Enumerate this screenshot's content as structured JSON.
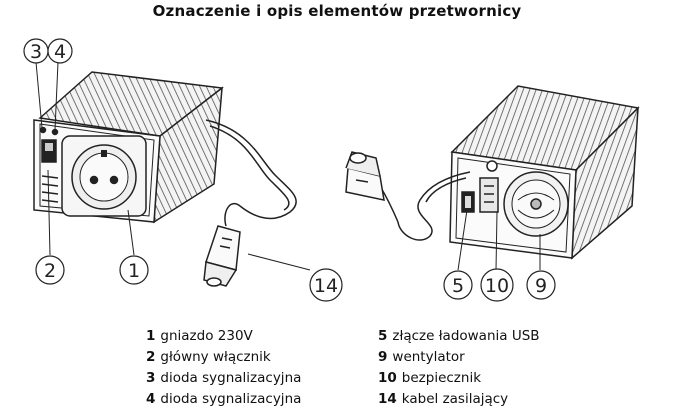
{
  "title": "Oznaczenie i opis elementów przetwornicy",
  "callouts": {
    "c3": "3",
    "c4": "4",
    "c2": "2",
    "c1": "1",
    "c14": "14",
    "c5": "5",
    "c10": "10",
    "c9": "9"
  },
  "legend": {
    "left": [
      {
        "num": "1",
        "text": "gniazdo 230V"
      },
      {
        "num": "2",
        "text": "główny włącznik"
      },
      {
        "num": "3",
        "text": "dioda sygnalizacyjna"
      },
      {
        "num": "4",
        "text": "dioda sygnalizacyjna"
      }
    ],
    "right": [
      {
        "num": "5",
        "text": "złącze ładowania USB"
      },
      {
        "num": "9",
        "text": "wentylator"
      },
      {
        "num": "10",
        "text": "bezpiecznik"
      },
      {
        "num": "14",
        "text": "kabel zasilający"
      }
    ]
  }
}
